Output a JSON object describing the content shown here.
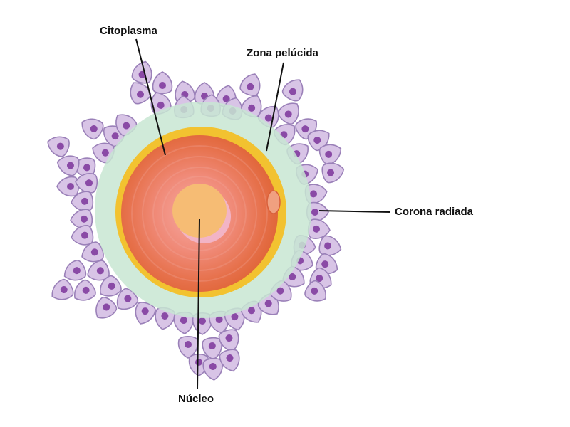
{
  "labels": {
    "citoplasma": "Citoplasma",
    "zona_pelucida": "Zona pelúcida",
    "corona_radiada": "Corona radiada",
    "nucleo": "Núcleo"
  },
  "colors": {
    "corona_cell_fill": "#d8c4e6",
    "corona_cell_stroke": "#9a80b8",
    "corona_cell_nucleus": "#8a4aa6",
    "zona_halo": "#c8e6d2",
    "zona_pelucida": "#f2c230",
    "cytoplasm_outer": "#e06a3c",
    "cytoplasm_inner": "#f4a29a",
    "nucleus": "#f6bc74",
    "leader_line": "#111111"
  }
}
